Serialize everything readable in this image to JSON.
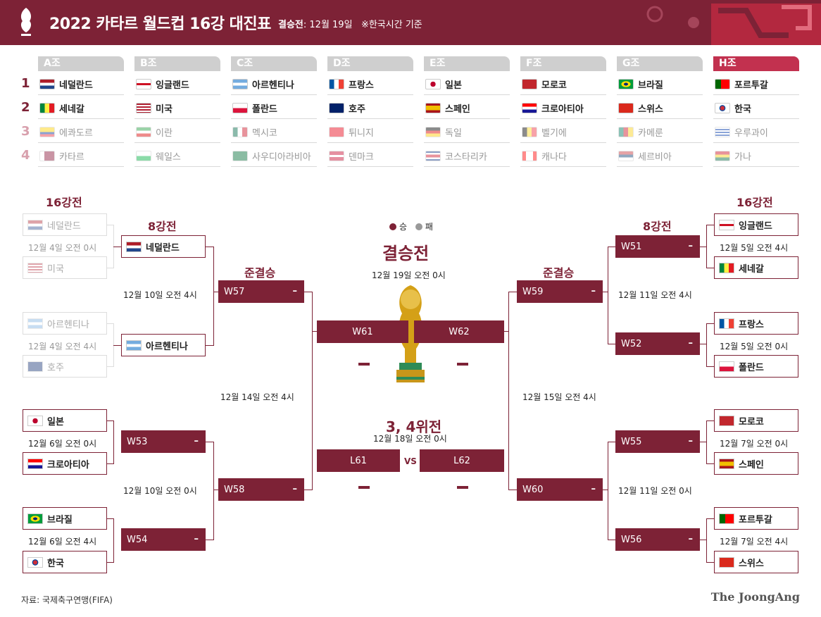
{
  "header": {
    "title": "2022 카타르 월드컵 16강 대진표",
    "final_label": "결승전",
    "final_date": ": 12월 19일",
    "note": "※한국시간 기준"
  },
  "groups": [
    {
      "name": "A조",
      "teams": [
        "네덜란드",
        "세네갈",
        "에콰도르",
        "카타르"
      ]
    },
    {
      "name": "B조",
      "teams": [
        "잉글랜드",
        "미국",
        "이란",
        "웨일스"
      ]
    },
    {
      "name": "C조",
      "teams": [
        "아르헨티나",
        "폴란드",
        "멕시코",
        "사우디아라비아"
      ]
    },
    {
      "name": "D조",
      "teams": [
        "프랑스",
        "호주",
        "튀니지",
        "덴마크"
      ]
    },
    {
      "name": "E조",
      "teams": [
        "일본",
        "스페인",
        "독일",
        "코스타리카"
      ]
    },
    {
      "name": "F조",
      "teams": [
        "모로코",
        "크로아티아",
        "벨기에",
        "캐나다"
      ]
    },
    {
      "name": "G조",
      "teams": [
        "브라질",
        "스위스",
        "카메룬",
        "세르비아"
      ]
    },
    {
      "name": "H조",
      "teams": [
        "포르투갈",
        "한국",
        "우루과이",
        "가나"
      ]
    }
  ],
  "ranks": [
    "1",
    "2",
    "3",
    "4"
  ],
  "stages": {
    "r16": "16강전",
    "qf": "8강전",
    "sf": "준결승",
    "final": "결승전",
    "third": "3, 4위전"
  },
  "legend": {
    "win": "승",
    "lose": "패"
  },
  "final": {
    "date": "12월 19일 오전 0시",
    "w61": "W61",
    "w62": "W62"
  },
  "third": {
    "date": "12월 18일 오전 0시",
    "l61": "L61",
    "vs": "VS",
    "l62": "L62"
  },
  "left": {
    "r16": [
      {
        "a": "네덜란드",
        "b": "미국",
        "date": "12월 4일 오전 0시",
        "dim": true
      },
      {
        "a": "아르헨티나",
        "b": "호주",
        "date": "12월 4일 오전 4시",
        "dim": true
      },
      {
        "a": "일본",
        "b": "크로아티아",
        "date": "12월 6일 오전 0시",
        "dim": false
      },
      {
        "a": "브라질",
        "b": "한국",
        "date": "12월 6일 오전 4시",
        "dim": false
      }
    ],
    "qf": [
      "네덜란드",
      "아르헨티나",
      "W53",
      "W54"
    ],
    "qf_dates": [
      "12월 10일 오전 4시",
      "12월 10일 오전 0시"
    ],
    "sf": [
      "W57",
      "W58"
    ],
    "sf_date": "12월 14일 오전 4시"
  },
  "right": {
    "r16": [
      {
        "a": "잉글랜드",
        "b": "세네갈",
        "date": "12월 5일 오전 4시"
      },
      {
        "a": "프랑스",
        "b": "폴란드",
        "date": "12월 5일 오전 0시"
      },
      {
        "a": "모로코",
        "b": "스페인",
        "date": "12월 7일 오전 0시"
      },
      {
        "a": "포르투갈",
        "b": "스위스",
        "date": "12월 7일 오전 4시"
      }
    ],
    "qf": [
      "W51",
      "W52",
      "W55",
      "W56"
    ],
    "qf_dates": [
      "12월 11일 오전 4시",
      "12월 11일 오전 0시"
    ],
    "sf": [
      "W59",
      "W60"
    ],
    "sf_date": "12월 15일 오전 4시"
  },
  "dash": "–",
  "source": "자료: 국제축구연맹(FIFA)",
  "brand": "The JoongAng",
  "colors": {
    "accent": "#7d2236",
    "h_group": "#c2314f"
  }
}
